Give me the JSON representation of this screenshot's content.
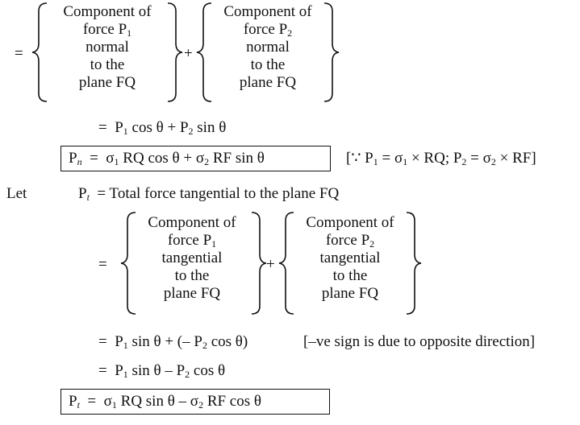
{
  "eq": "=",
  "plus": "+",
  "normal_block": {
    "left": [
      "Component of",
      "force P",
      "normal",
      "to the",
      "plane FQ"
    ],
    "left_sub": "1",
    "right": [
      "Component of",
      "force P",
      "normal",
      "to the",
      "plane FQ"
    ],
    "right_sub": "2"
  },
  "line_normal_sum": {
    "p1": "P",
    "s1": "1",
    "mid": " cos θ + P",
    "s2": "2",
    "end": " sin θ"
  },
  "boxed_pn": {
    "p": "P",
    "sub": "n",
    "eq": "  =  ",
    "sig1": "σ",
    "s1": "1",
    "t1": " RQ cos θ + σ",
    "s2": "2",
    "t2": " RF sin θ"
  },
  "because_note": {
    "a": "[∵ P",
    "s1": "1",
    "b": " = σ",
    "s1b": "1",
    "c": " × RQ; P",
    "s2": "2",
    "d": " = σ",
    "s2b": "2",
    "e": " × RF]"
  },
  "let_line": {
    "let": "Let",
    "p": "P",
    "sub": "t",
    "rest": " = Total force tangential to the plane FQ"
  },
  "tangential_block": {
    "left": [
      "Component of",
      "force P",
      "tangential",
      "to the",
      "plane FQ"
    ],
    "left_sub": "1",
    "right": [
      "Component of",
      "force P",
      "tangential",
      "to the",
      "plane FQ"
    ],
    "right_sub": "2"
  },
  "line_tan_1": {
    "a": "P",
    "s1": "1",
    "b": " sin θ + (– P",
    "s2": "2",
    "c": " cos θ)",
    "note": "[–ve sign is due to opposite direction]"
  },
  "line_tan_2": {
    "a": "P",
    "s1": "1",
    "b": " sin θ – P",
    "s2": "2",
    "c": " cos θ"
  },
  "boxed_pt": {
    "p": "P",
    "sub": "t",
    "eq": "  =  ",
    "sig1": "σ",
    "s1": "1",
    "t1": " RQ sin θ  –  σ",
    "s2": "2",
    "t2": " RF cos θ"
  }
}
